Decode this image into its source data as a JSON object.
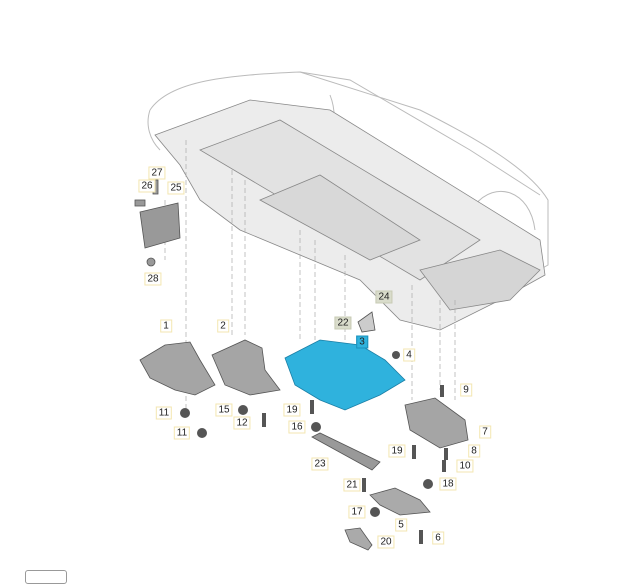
{
  "diagram": {
    "title": "Underbody panels exploded view",
    "highlight_color": "#2fb2dd",
    "labels": [
      "27",
      "26",
      "25",
      "28",
      "1",
      "2",
      "22",
      "24",
      "3",
      "4",
      "9",
      "11",
      "15",
      "19",
      "12",
      "16",
      "7",
      "11",
      "19",
      "8",
      "10",
      "23",
      "21",
      "18",
      "17",
      "5",
      "20",
      "6"
    ]
  }
}
